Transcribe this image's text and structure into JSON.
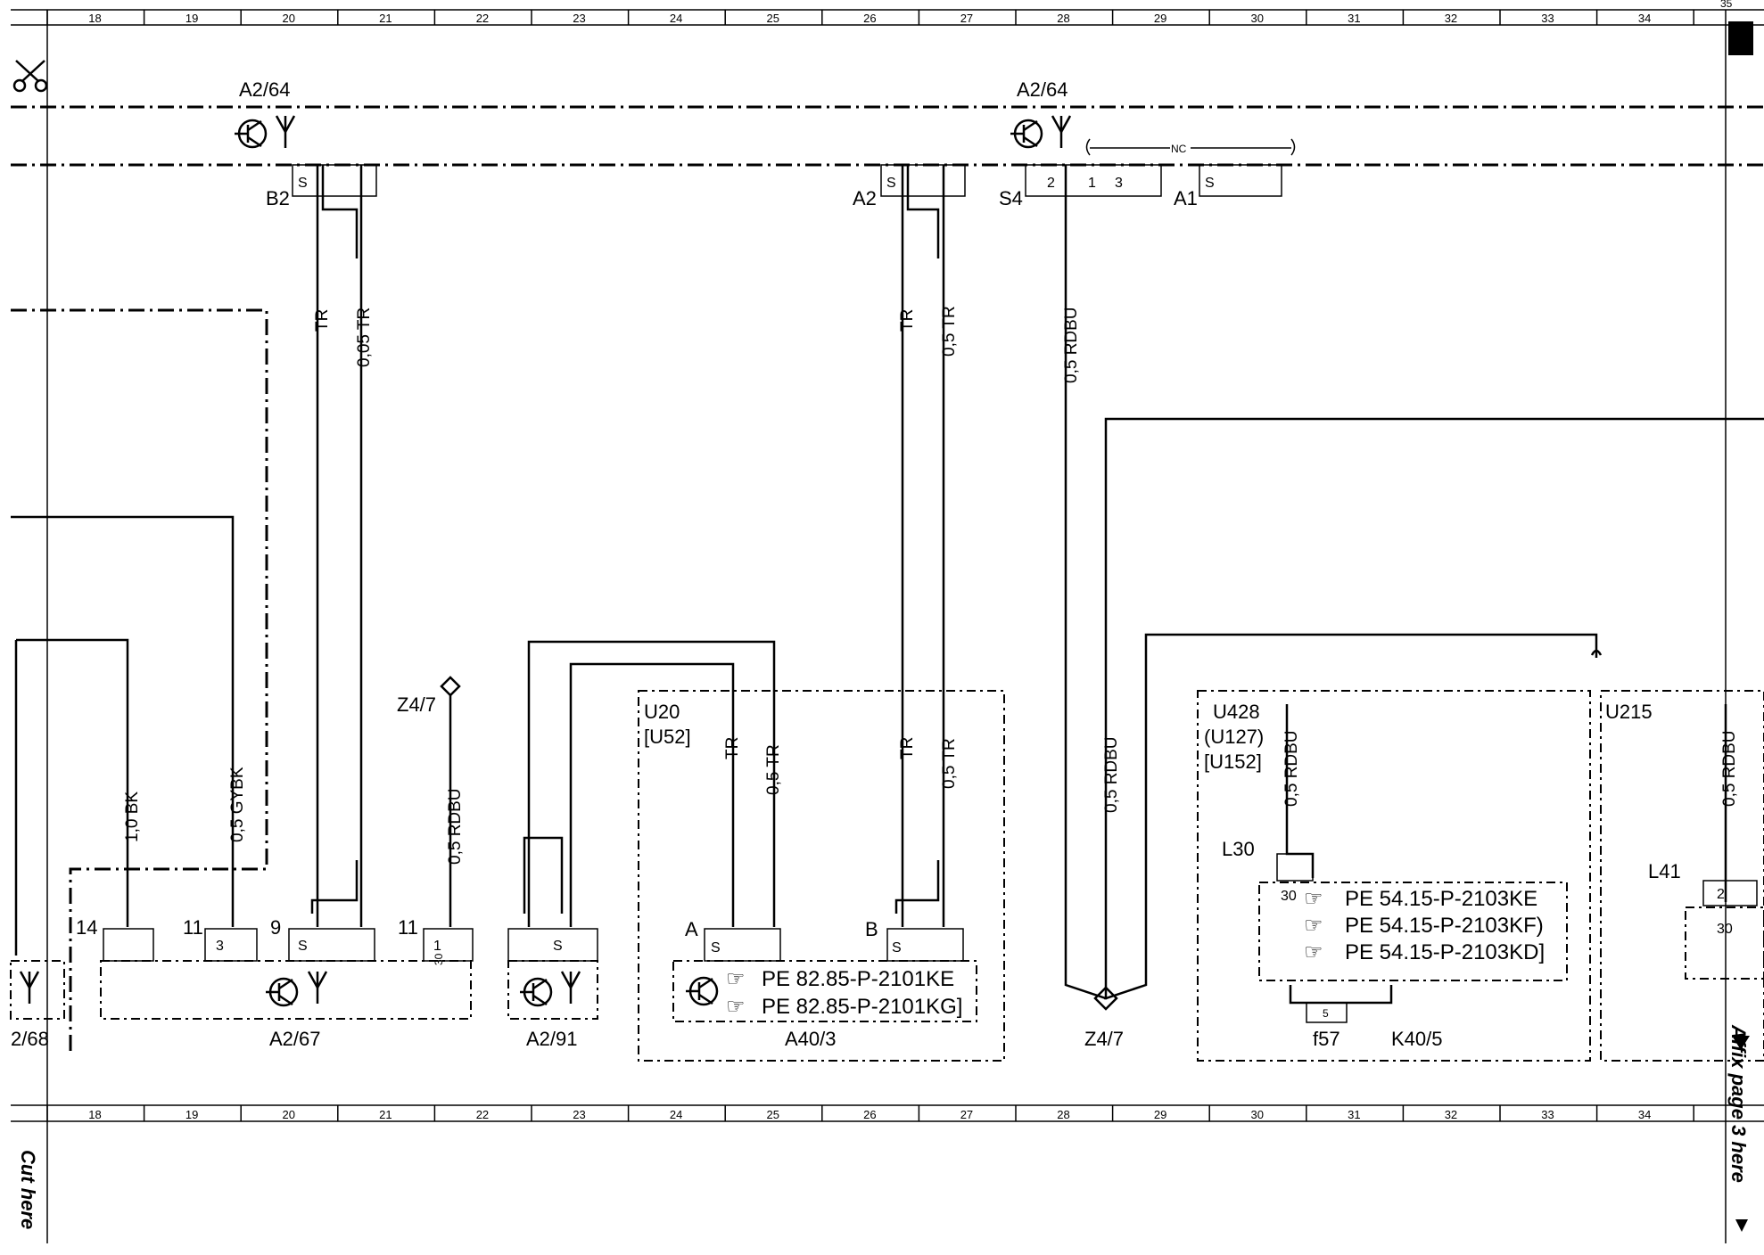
{
  "grid_numbers": [
    "18",
    "19",
    "20",
    "21",
    "22",
    "23",
    "24",
    "25",
    "26",
    "27",
    "28",
    "29",
    "30",
    "31",
    "32",
    "33",
    "34"
  ],
  "components": {
    "a2_64_left": "A2/64",
    "a2_64_right": "A2/64",
    "a2_67": "A2/67",
    "a2_68": "2/68",
    "a2_91": "A2/91",
    "a40_3": "A40/3",
    "z4_7_bottom": "Z4/7",
    "z4_7_top": "Z4/7",
    "k40_5": "K40/5",
    "f57": "f57"
  },
  "connectors": {
    "b2": "B2",
    "a2": "A2",
    "s4": "S4",
    "a1": "A1",
    "l30": "L30",
    "l41": "L41",
    "nc": "NC",
    "s": "S"
  },
  "module_labels": {
    "u20": "U20",
    "u52": "[U52]",
    "u428": "U428",
    "u127": "(U127)",
    "u152": "[U152]",
    "u215": "U215"
  },
  "pins": {
    "p14": "14",
    "p11a": "11",
    "p3": "3",
    "p9": "9",
    "p11b": "11",
    "p1a": "1",
    "p30a": "30",
    "p2": "2",
    "p1b": "1",
    "p3b": "3",
    "p30b": "30",
    "p2b": "2",
    "p30c": "30",
    "p5": "5",
    "pA": "A",
    "pB": "B"
  },
  "wire_labels": {
    "w1": "TR",
    "w2": "0,05 TR",
    "w3": "TR",
    "w4": "0,5 TR",
    "w5": "0,5 RDBU",
    "w6": "1,0 BK",
    "w7": "0,5 GYBK",
    "w8": "0,5 RDBU",
    "w9": "TR",
    "w10": "0,5 TR",
    "w11": "TR",
    "w12": "0,5 TR",
    "w13": "0,5 RDBU",
    "w14": "0,5 RDBU",
    "w15": "0,5 RDBU"
  },
  "references": {
    "ref1": "PE 82.85-P-2101KE",
    "ref2": "PE 82.85-P-2101KG]",
    "ref3": "PE 54.15-P-2103KE",
    "ref4": "PE 54.15-P-2103KF)",
    "ref5": "PE 54.15-P-2103KD]"
  },
  "margin_text": {
    "cut_here": "Cut here",
    "affix": "Affix page 3 here",
    "edge_num": "35"
  },
  "icons": {
    "scissors": "scissors-icon",
    "antenna": "antenna-icon",
    "transistor": "transistor-icon",
    "pointing_hand": "pointing-hand-icon"
  }
}
